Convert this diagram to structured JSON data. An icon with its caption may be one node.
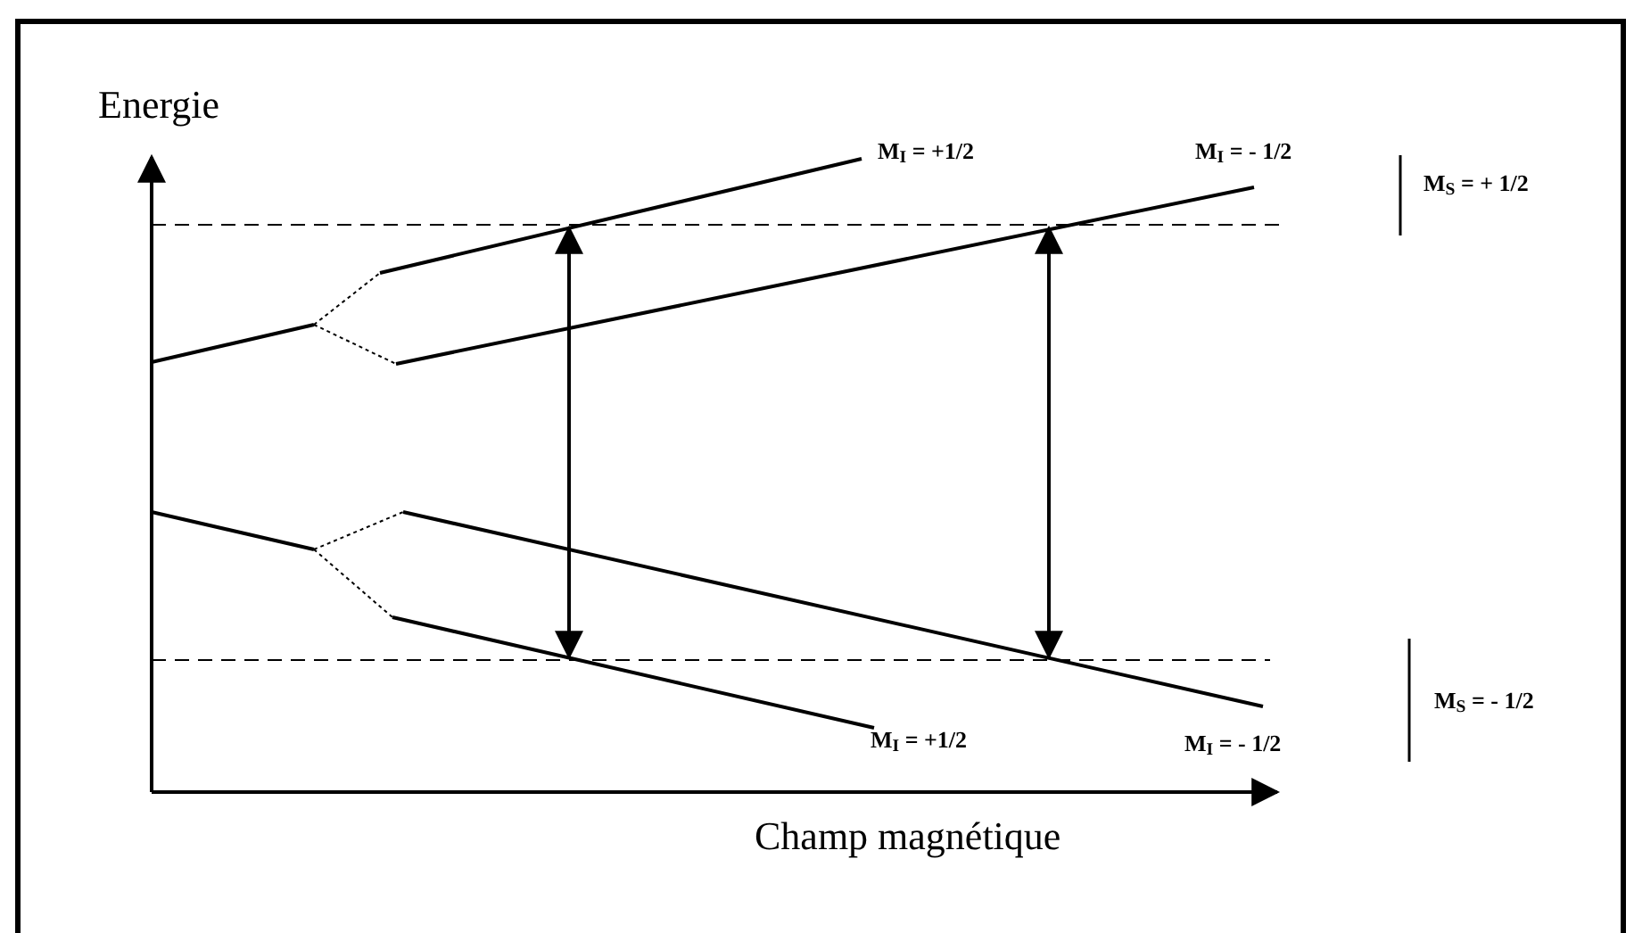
{
  "diagram": {
    "labels": [
      "Energie",
      "M$_{I}$ = +1/2",
      "M$_{I}$ = - 1/2",
      "M$_{S}$ = + 1/2",
      "M$_{I}$ = +1/2",
      "M$_{I}$ = - 1/2",
      "M$_{S}$ = - 1/2",
      "Champ magnétique"
    ]
  }
}
